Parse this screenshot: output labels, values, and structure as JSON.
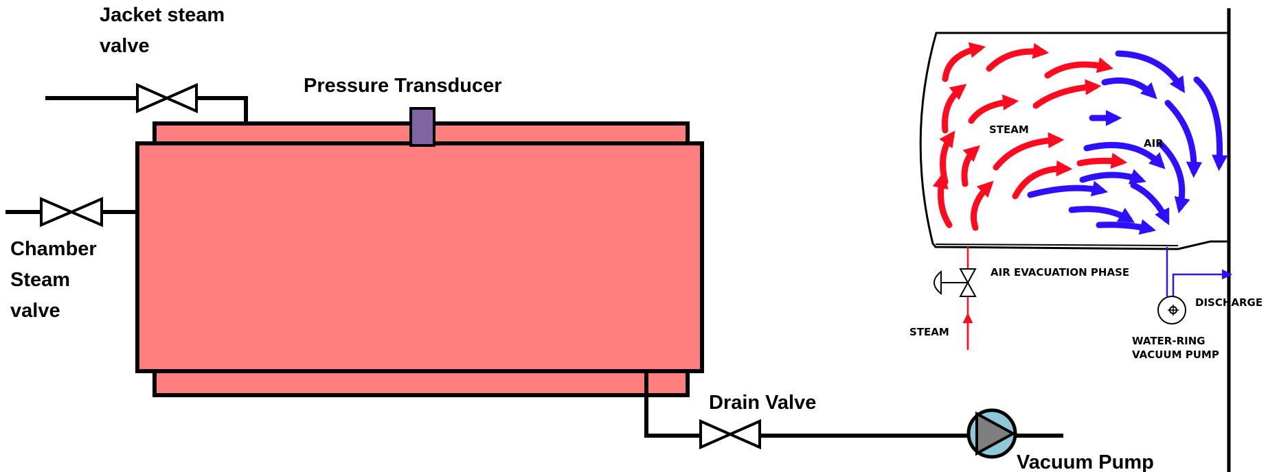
{
  "labels": {
    "jacket_steam_valve_line1": "Jacket steam",
    "jacket_steam_valve_line2": "valve",
    "pressure_transducer": "Pressure Transducer",
    "chamber_steam_valve_line1": "Chamber",
    "chamber_steam_valve_line2": "Steam",
    "chamber_steam_valve_line3": "valve",
    "drain_valve": "Drain Valve",
    "vacuum_pump": "Vacuum Pump"
  },
  "inset": {
    "steam": "STEAM",
    "air": "AIR",
    "air_evacuation_phase": "AIR EVACUATION PHASE",
    "discharge": "DISCHARGE",
    "steam_inlet": "STEAM",
    "pump_line1": "WATER-RING",
    "pump_line2": "VACUUM PUMP"
  },
  "colors": {
    "chamber_fill": "#ff7f7f",
    "transducer_fill": "#8064a2",
    "pump_fill": "#8fc8d8",
    "pump_triangle": "#7f7f7f",
    "steam_arrow": "#ff0a1e",
    "air_arrow": "#2e10ff"
  }
}
